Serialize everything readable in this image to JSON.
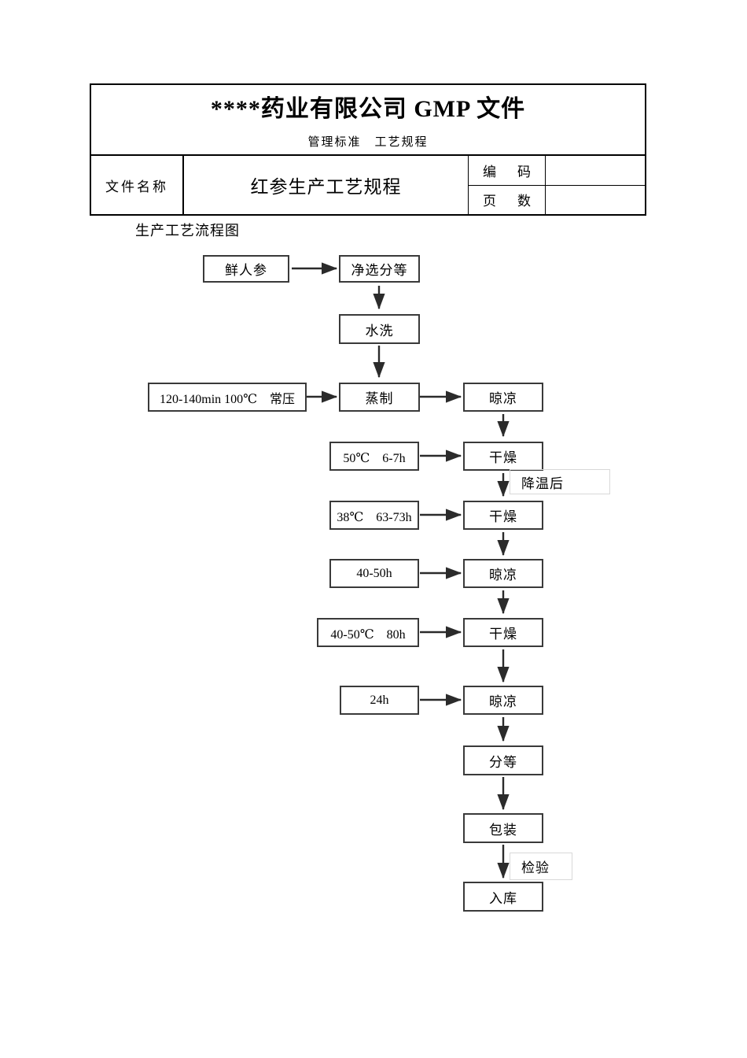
{
  "header": {
    "company_title": "****药业有限公司 GMP 文件",
    "doc_category": "管理标准　工艺规程",
    "file_name_label": "文件名称",
    "file_name_value": "红参生产工艺规程",
    "code_label": "编　码",
    "code_value": "",
    "pages_label": "页　数",
    "pages_value": ""
  },
  "section": {
    "caption": "生产工艺流程图"
  },
  "flowchart": {
    "type": "process-flow",
    "nodes": {
      "fresh_ginseng": "鲜人参",
      "clean_sort": "净选分等",
      "wash": "水洗",
      "steam": "蒸制",
      "cool_1": "晾凉",
      "dry_1": "干燥",
      "dry_2": "干燥",
      "cool_2": "晾凉",
      "dry_3": "干燥",
      "cool_3": "晾凉",
      "grade": "分等",
      "package": "包装",
      "warehouse": "入库"
    },
    "params": {
      "steam_param": "120-140min 100℃　常压",
      "dry_1_param": "50℃　6-7h",
      "dry_2_param": "38℃　63-73h",
      "cool_2_param": "40-50h",
      "dry_3_param": "40-50℃　80h",
      "cool_3_param": "24h"
    },
    "labels": {
      "after_cooling": "降温后",
      "inspection": "检验"
    }
  }
}
